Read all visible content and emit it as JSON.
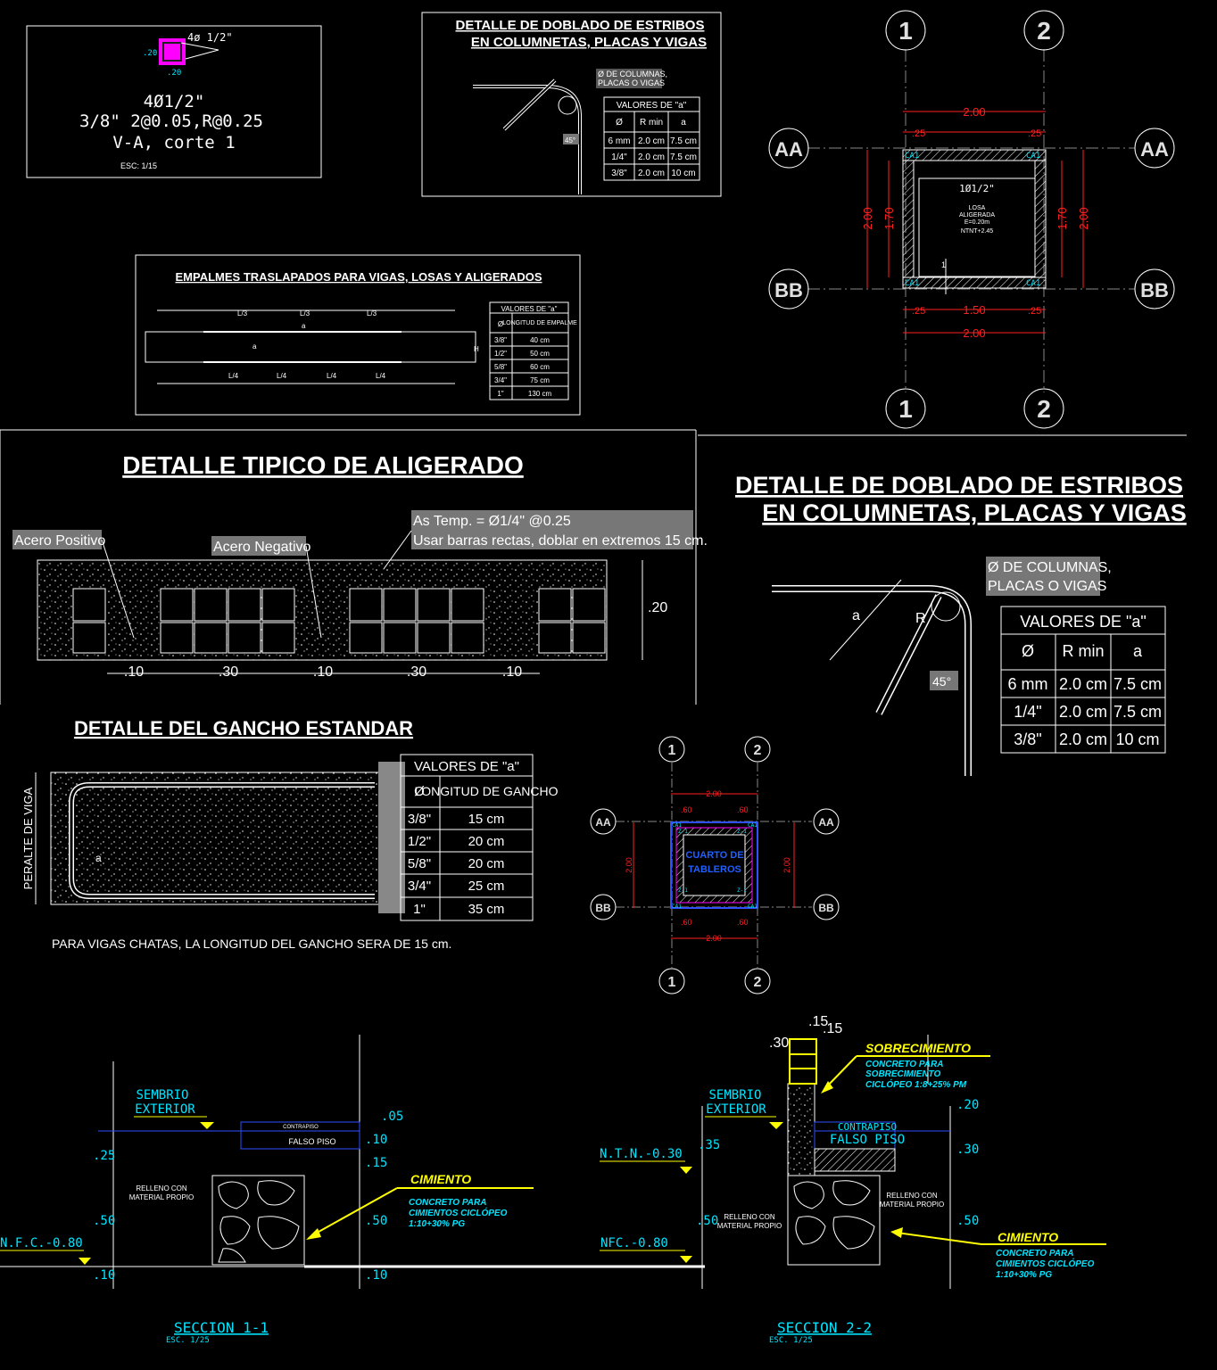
{
  "beam_section": {
    "bar_label": "4ø 1/2\"",
    "dim_left": ".20",
    "dim_bottom": ".20",
    "line1": "4Ø1/2\"",
    "line2": "3/8\" 2@0.05,R@0.25",
    "line3": "V-A, corte 1",
    "scale": "ESC: 1/15"
  },
  "stirrup_small": {
    "title1": "DETALLE DE DOBLADO DE ESTRIBOS",
    "title2": "EN COLUMNETAS, PLACAS Y VIGAS",
    "note1": "Ø DE COLUMNAS,",
    "note2": "PLACAS O VIGAS",
    "angle": "45°",
    "table_title": "VALORES DE \"a\"",
    "headers": [
      "Ø",
      "R min",
      "a"
    ],
    "rows": [
      [
        "6 mm",
        "2.0 cm",
        "7.5 cm"
      ],
      [
        "1/4\"",
        "2.0 cm",
        "7.5 cm"
      ],
      [
        "3/8\"",
        "2.0 cm",
        "10 cm"
      ]
    ]
  },
  "plan_large": {
    "axis_1": "1",
    "axis_2": "2",
    "axis_aa": "AA",
    "axis_bb": "BB",
    "dim_top": "2.00",
    "dim_bottom_inner": "1.50",
    "dim_bottom": "2.00",
    "dim_side": ".25",
    "dim_left_outer": "2.00",
    "dim_left_inner": "1.70",
    "dim_right_inner": "1.70",
    "dim_right_outer": "2.00",
    "col_tag": "CA1",
    "rebar": "1Ø1/2\"",
    "slab_1": "LOSA",
    "slab_2": "ALIGERADA",
    "slab_3": "E=0.20m",
    "slab_4": "NTNT+2.45",
    "mark": "1"
  },
  "splices": {
    "title": "EMPALMES TRASLAPADOS PARA VIGAS, LOSAS Y ALIGERADOS",
    "l3": "L/3",
    "l4": "L/4",
    "a": "a",
    "h": "H",
    "table_title": "VALORES DE \"a\"",
    "headers": [
      "Ø",
      "LONGITUD DE EMPALME"
    ],
    "rows": [
      [
        "3/8\"",
        "40 cm"
      ],
      [
        "1/2\"",
        "50 cm"
      ],
      [
        "5/8\"",
        "60 cm"
      ],
      [
        "3/4\"",
        "75 cm"
      ],
      [
        "1\"",
        "130 cm"
      ]
    ]
  },
  "aligerado": {
    "title": "DETALLE TIPICO DE ALIGERADO",
    "label_pos": "Acero Positivo",
    "label_neg": "Acero Negativo",
    "label_temp1": "As Temp. = Ø1/4\" @0.25",
    "label_temp2": "Usar barras rectas, doblar en extremos 15 cm.",
    "dim_h": ".20",
    "dims": [
      ".10",
      ".30",
      ".10",
      ".30",
      ".10"
    ]
  },
  "stirrup_large": {
    "title1": "DETALLE DE DOBLADO DE ESTRIBOS",
    "title2": "EN COLUMNETAS, PLACAS Y VIGAS",
    "note1": "Ø DE COLUMNAS,",
    "note2": "PLACAS O VIGAS",
    "a": "a",
    "r": "R",
    "angle": "45°",
    "table_title": "VALORES DE \"a\"",
    "headers": [
      "Ø",
      "R min",
      "a"
    ],
    "rows": [
      [
        "6 mm",
        "2.0 cm",
        "7.5 cm"
      ],
      [
        "1/4\"",
        "2.0 cm",
        "7.5 cm"
      ],
      [
        "3/8\"",
        "2.0 cm",
        "10 cm"
      ]
    ]
  },
  "hook": {
    "title": "DETALLE DEL GANCHO ESTANDAR",
    "side_label": "PERALTE DE VIGA",
    "a": "a",
    "table_title": "VALORES DE \"a\"",
    "headers": [
      "Ø",
      "LONGITUD DE GANCHO"
    ],
    "rows": [
      [
        "3/8\"",
        "15 cm"
      ],
      [
        "1/2\"",
        "20 cm"
      ],
      [
        "5/8\"",
        "20 cm"
      ],
      [
        "3/4\"",
        "25 cm"
      ],
      [
        "1\"",
        "35 cm"
      ]
    ],
    "note": "PARA VIGAS CHATAS, LA LONGITUD DEL GANCHO SERA DE 15 cm."
  },
  "plan_small": {
    "room1": "CUARTO DE",
    "room2": "TABLEROS",
    "dim_top": "2.00",
    "dim_60": ".60",
    "dim_bottom": "2.00",
    "dim_side": "2.00",
    "z": "Z-1",
    "col_tag": "CA1"
  },
  "section_1": {
    "sembrio1": "SEMBRIO",
    "sembrio2": "EXTERIOR",
    "contrapiso": "CONTRAPISO",
    "falso_piso": "FALSO PISO",
    "relleno1": "RELLENO CON",
    "relleno2": "MATERIAL PROPIO",
    "dim_05": ".05",
    "dim_10": ".10",
    "dim_15": ".15",
    "dim_50": ".50",
    "dim_25": ".25",
    "nfc": "N.F.C.-0.80",
    "cimiento": "CIMIENTO",
    "cimiento_spec1": "CONCRETO PARA",
    "cimiento_spec2": "CIMIENTOS CICLÓPEO",
    "cimiento_spec3": "1:10+30% PG",
    "title": "SECCION 1-1",
    "scale": "ESC. 1/25"
  },
  "section_2": {
    "sembrio1": "SEMBRIO",
    "sembrio2": "EXTERIOR",
    "contrapiso": "CONTRAPISO",
    "falso_piso": "FALSO PISO",
    "relleno1": "RELLENO CON",
    "relleno2": "MATERIAL PROPIO",
    "ntn": "N.T.N.-0.30",
    "nfc": "NFC.-0.80",
    "dim_15": ".15",
    "dim_30": ".30",
    "dim_20": ".20",
    "dim_35": ".35",
    "dim_50": ".50",
    "sobre": "SOBRECIMIENTO",
    "sobre_spec1": "CONCRETO PARA",
    "sobre_spec2": "SOBRECIMIENTO",
    "sobre_spec3": "CICLÓPEO 1:8+25% PM",
    "cimiento": "CIMIENTO",
    "cimiento_spec1": "CONCRETO PARA",
    "cimiento_spec2": "CIMIENTOS CICLÓPEO",
    "cimiento_spec3": "1:10+30% PG",
    "title": "SECCION 2-2",
    "scale": "ESC. 1/25"
  }
}
